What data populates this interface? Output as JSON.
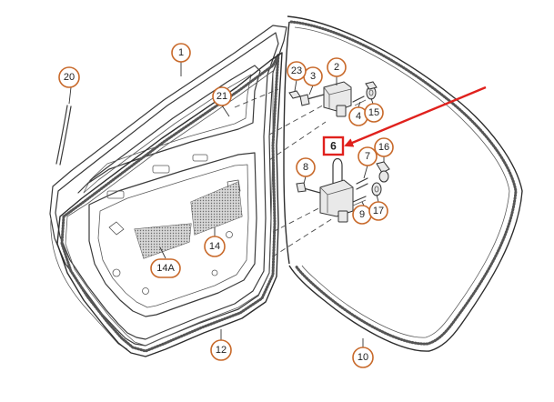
{
  "callouts": [
    {
      "label": "1"
    },
    {
      "label": "2"
    },
    {
      "label": "3"
    },
    {
      "label": "4"
    },
    {
      "label": "6"
    },
    {
      "label": "7"
    },
    {
      "label": "8"
    },
    {
      "label": "9"
    },
    {
      "label": "10"
    },
    {
      "label": "12"
    },
    {
      "label": "14"
    },
    {
      "label": "14A"
    },
    {
      "label": "15"
    },
    {
      "label": "16"
    },
    {
      "label": "17"
    },
    {
      "label": "20"
    },
    {
      "label": "21"
    },
    {
      "label": "23"
    }
  ],
  "highlight": {
    "label": "6",
    "color": "#e0211d"
  },
  "colors": {
    "callout_ring": "#c8692a",
    "line_art": "#3a3a3a",
    "background": "#ffffff"
  }
}
